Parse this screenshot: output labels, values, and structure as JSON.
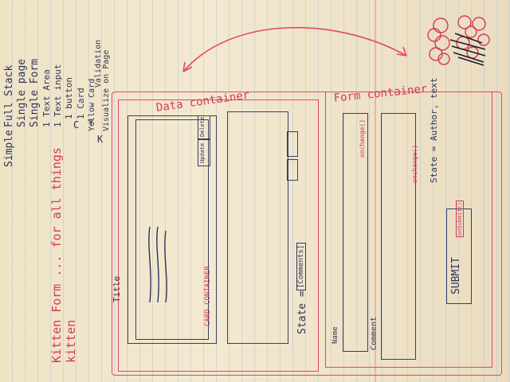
{
  "notes": {
    "simple": "Simple",
    "list": [
      "Full Stack",
      "Single page",
      "Single Form",
      "1 Text Area",
      "1 Text input",
      "1 button",
      "1 Card",
      "Yellow Card",
      "Validation",
      "Visualize on Page"
    ],
    "mark_c": "C",
    "mark_star": "*",
    "mark_k": "K"
  },
  "red_title": "Kitten Form ... for all things kitten",
  "title_label": "Title",
  "data_container": {
    "label": "Data container",
    "card_container_label": "CARD CONTAINER",
    "update_button": "Update",
    "delete_button": "Delete",
    "state_label": "State =",
    "state_value": "[Comments]"
  },
  "form_container": {
    "label": "Form container",
    "name_label": "Name",
    "comment_label": "Comment",
    "onchange_1": "onchange()",
    "onchange_2": "onchange()",
    "state_label": "State = Author, text",
    "submit_label": "SUBMIT",
    "submit_handler": "onSubmit()"
  },
  "colors": {
    "ink": "#30345a",
    "red_ink": "#d5385a",
    "paper": "#f3e9d0"
  }
}
